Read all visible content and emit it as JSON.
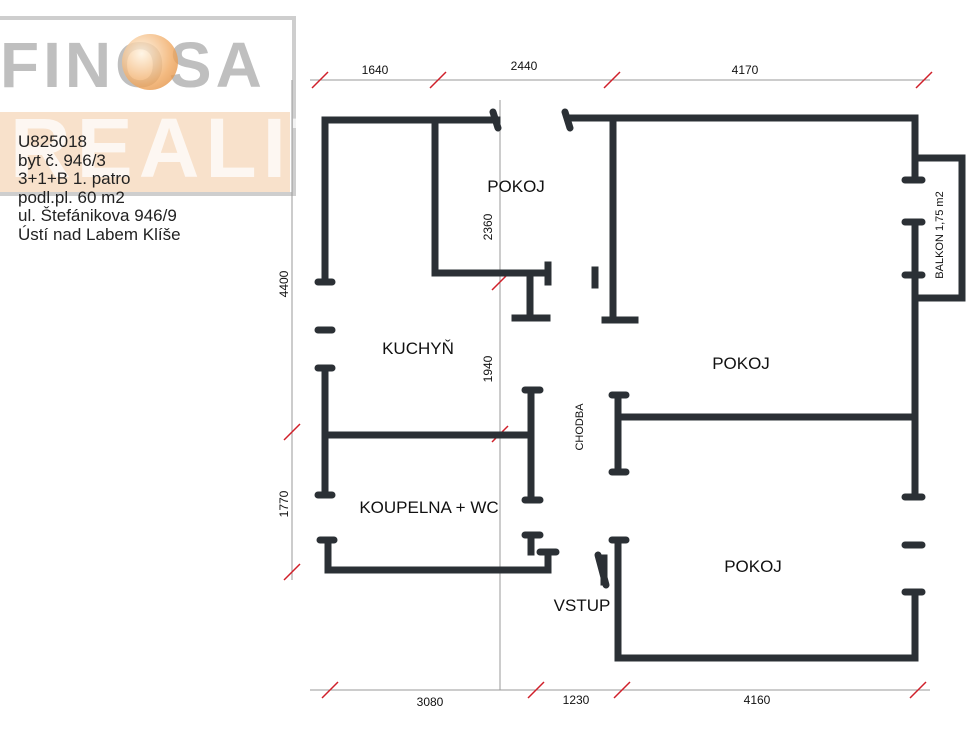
{
  "logo": {
    "brand": "FINOSA",
    "sub": "REALITY"
  },
  "info": {
    "lines": [
      "U825018",
      "byt č. 946/3",
      "3+1+B 1. patro",
      "podl.pl. 60 m2",
      "ul. Štefánikova 946/9",
      "Ústí nad Labem Klíše"
    ]
  },
  "rooms": {
    "pokoj_top": "POKOJ",
    "pokoj_mid": "POKOJ",
    "pokoj_bottom": "POKOJ",
    "kuchyn": "KUCHYŇ",
    "koupelna": "KOUPELNA + WC",
    "chodba": "CHODBA",
    "vstup": "VSTUP",
    "balkon": "BALKON 1,75 m2"
  },
  "dimensions": {
    "top": [
      "1640",
      "2440",
      "4170"
    ],
    "bottom": [
      "3080",
      "1230",
      "4160"
    ],
    "left": [
      "4400",
      "1770"
    ],
    "inner": [
      "2360",
      "1940"
    ]
  },
  "colors": {
    "wall": "#2b3035",
    "dimline": "#9a9a9a",
    "tick": "#d0202a"
  }
}
